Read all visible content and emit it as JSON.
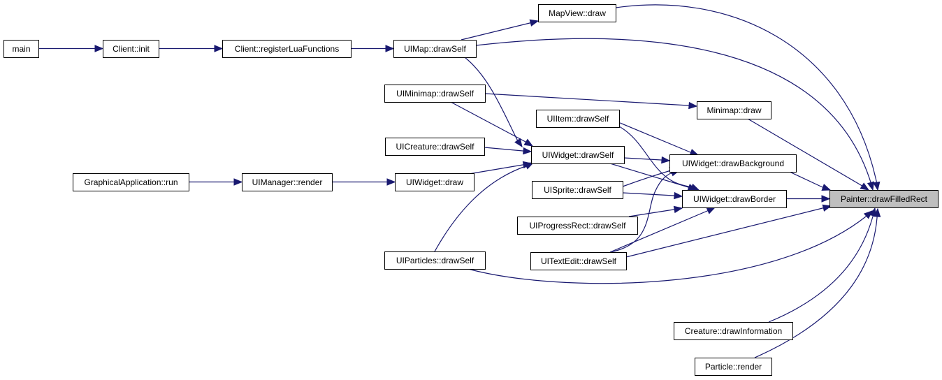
{
  "graph": {
    "nodes": [
      {
        "id": "main",
        "label": "main"
      },
      {
        "id": "client_init",
        "label": "Client::init"
      },
      {
        "id": "client_reglua",
        "label": "Client::registerLuaFunctions"
      },
      {
        "id": "uimap_drawself",
        "label": "UIMap::drawSelf"
      },
      {
        "id": "mapview_draw",
        "label": "MapView::draw"
      },
      {
        "id": "uiminimap_drawself",
        "label": "UIMinimap::drawSelf"
      },
      {
        "id": "minimap_draw",
        "label": "Minimap::draw"
      },
      {
        "id": "uiitem_drawself",
        "label": "UIItem::drawSelf"
      },
      {
        "id": "uicreature_drawself",
        "label": "UICreature::drawSelf"
      },
      {
        "id": "uiwidget_drawself",
        "label": "UIWidget::drawSelf"
      },
      {
        "id": "uiwidget_drawbg",
        "label": "UIWidget::drawBackground"
      },
      {
        "id": "graphical_run",
        "label": "GraphicalApplication::run"
      },
      {
        "id": "uimanager_render",
        "label": "UIManager::render"
      },
      {
        "id": "uiwidget_draw",
        "label": "UIWidget::draw"
      },
      {
        "id": "uisprite_drawself",
        "label": "UISprite::drawSelf"
      },
      {
        "id": "uiwidget_drawborder",
        "label": "UIWidget::drawBorder"
      },
      {
        "id": "painter_drawfilledrect",
        "label": "Painter::drawFilledRect"
      },
      {
        "id": "uiprogressrect_drawself",
        "label": "UIProgressRect::drawSelf"
      },
      {
        "id": "uiparticles_drawself",
        "label": "UIParticles::drawSelf"
      },
      {
        "id": "uitextedit_drawself",
        "label": "UITextEdit::drawSelf"
      },
      {
        "id": "creature_drawinfo",
        "label": "Creature::drawInformation"
      },
      {
        "id": "particle_render",
        "label": "Particle::render"
      }
    ],
    "edges": [
      {
        "from": "main",
        "to": "client_init"
      },
      {
        "from": "client_init",
        "to": "client_reglua"
      },
      {
        "from": "client_reglua",
        "to": "uimap_drawself"
      },
      {
        "from": "uimap_drawself",
        "to": "mapview_draw"
      },
      {
        "from": "mapview_draw",
        "to": "painter_drawfilledrect"
      },
      {
        "from": "uimap_drawself",
        "to": "painter_drawfilledrect"
      },
      {
        "from": "uimap_drawself",
        "to": "uiwidget_drawself"
      },
      {
        "from": "uiminimap_drawself",
        "to": "minimap_draw"
      },
      {
        "from": "minimap_draw",
        "to": "painter_drawfilledrect"
      },
      {
        "from": "uiminimap_drawself",
        "to": "uiwidget_drawself"
      },
      {
        "from": "uiitem_drawself",
        "to": "uiwidget_drawbg"
      },
      {
        "from": "uiitem_drawself",
        "to": "uiwidget_drawborder"
      },
      {
        "from": "uicreature_drawself",
        "to": "uiwidget_drawself"
      },
      {
        "from": "uiwidget_drawself",
        "to": "uiwidget_drawbg"
      },
      {
        "from": "uiwidget_drawself",
        "to": "uiwidget_drawborder"
      },
      {
        "from": "uiwidget_drawbg",
        "to": "painter_drawfilledrect"
      },
      {
        "from": "uiwidget_drawborder",
        "to": "painter_drawfilledrect"
      },
      {
        "from": "graphical_run",
        "to": "uimanager_render"
      },
      {
        "from": "uimanager_render",
        "to": "uiwidget_draw"
      },
      {
        "from": "uiwidget_draw",
        "to": "uiwidget_drawself"
      },
      {
        "from": "uisprite_drawself",
        "to": "uiwidget_drawbg"
      },
      {
        "from": "uisprite_drawself",
        "to": "uiwidget_drawborder"
      },
      {
        "from": "uiprogressrect_drawself",
        "to": "uiwidget_drawborder"
      },
      {
        "from": "uiparticles_drawself",
        "to": "uiwidget_drawself"
      },
      {
        "from": "uiparticles_drawself",
        "to": "painter_drawfilledrect"
      },
      {
        "from": "uitextedit_drawself",
        "to": "uiwidget_drawbg"
      },
      {
        "from": "uitextedit_drawself",
        "to": "uiwidget_drawborder"
      },
      {
        "from": "uitextedit_drawself",
        "to": "painter_drawfilledrect"
      },
      {
        "from": "creature_drawinfo",
        "to": "painter_drawfilledrect"
      },
      {
        "from": "particle_render",
        "to": "painter_drawfilledrect"
      }
    ]
  },
  "colors": {
    "edge": "#191970",
    "node_border": "#000000",
    "node_fill": "#ffffff",
    "root_fill": "#bfbfbf"
  }
}
